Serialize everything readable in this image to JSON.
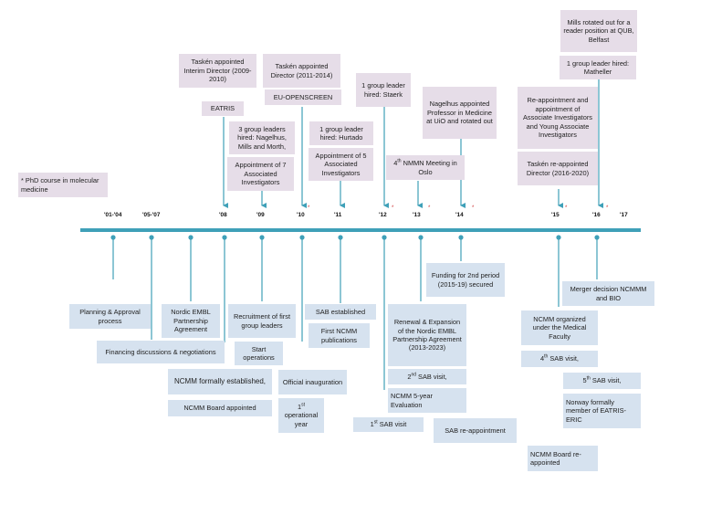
{
  "colors": {
    "axis": "#3fa0b8",
    "top_box": "#e6dde8",
    "bottom_box": "#d6e2ef",
    "marker": "#c33333"
  },
  "years": [
    "'01-'04",
    "'05-'07",
    "'08",
    "'09",
    "'10",
    "'11",
    "'12",
    "'13",
    "'14",
    "'15",
    "'16",
    "'17"
  ],
  "markers": [
    "*",
    "*",
    "*",
    "*",
    "*",
    "*"
  ],
  "top_events": {
    "phd": "* PhD course in molecular medicine",
    "tasken_interim": "Taskén appointed Interim Director (2009-2010)",
    "eatris": "EATRIS",
    "tasken_director": "Taskén appointed Director (2011-2014)",
    "eu_openscreen": "EU-OPENSCREEN",
    "group_leaders_3": "3 group leaders hired: Nagelhus, Mills and Morth,",
    "associated_7": "Appointment of 7 Associated Investigators",
    "hurtado": "1 group leader hired: Hurtado",
    "associated_5": "Appointment of 5 Associated Investigators",
    "staerk": "1 group leader hired: Staerk",
    "nmmn_num": "4",
    "nmmn_sup": "th",
    "nmmn_text": " NMMN Meeting in Oslo",
    "nagelhus": "Nagelhus appointed Professor in Medicine at UiO and rotated out",
    "reappointment": "Re-appointment and appointment of Associate Investigators and Young Associate Investigators",
    "tasken_reappointed": "Taskén re-appointed Director (2016-2020)",
    "mills": "Mills rotated out for a reader position at QUB, Belfast",
    "matheller": "1 group leader hired: Matheller"
  },
  "bottom_events": {
    "planning": "Planning & Approval process",
    "financing": "Financing discussions & negotiations",
    "nordic_embl": "Nordic EMBL Partnership Agreement",
    "ncmm_established": "NCMM formally established,",
    "ncmm_board": "NCMM Board appointed",
    "recruitment": "Recruitment of first group leaders",
    "start_ops": "Start operations",
    "official_inaug": "Official inauguration",
    "first_year_num": "1",
    "first_year_sup": "st",
    "first_year_text": " operational year",
    "sab_established": "SAB established",
    "first_pub": "First NCMM publications",
    "first_sab_num": "1",
    "first_sab_sup": "st",
    "first_sab_text": " SAB visit",
    "renewal": "Renewal & Expansion of the Nordic EMBL Partnership Agreement (2013-2023)",
    "second_sab_num": "2",
    "second_sab_sup": "nd",
    "second_sab_text": " SAB visit,",
    "evaluation": "NCMM 5-year Evaluation",
    "funding": "Funding for 2nd period (2015-19) secured",
    "sab_reappoint": "SAB re-appointment",
    "organized": "NCMM organized under the Medical Faculty",
    "fourth_sab_num": "4",
    "fourth_sab_sup": "th",
    "fourth_sab_text": " SAB visit,",
    "board_reappointed": "NCMM Board re-appointed",
    "merger": "Merger decision NCMMM and BIO",
    "fifth_sab_num": "5",
    "fifth_sab_sup": "th",
    "fifth_sab_text": " SAB visit,",
    "eatris_eric": "Norway formally member of EATRIS-ERIC"
  }
}
